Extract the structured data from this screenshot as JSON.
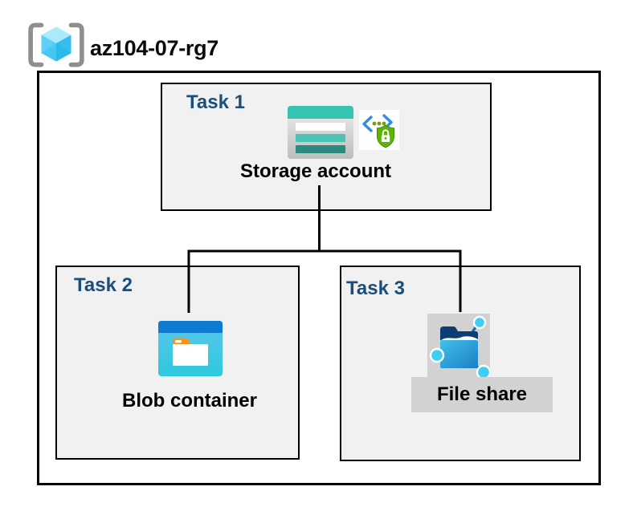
{
  "header": {
    "title": "az104-07-rg7",
    "icon": "resource-group-icon"
  },
  "tasks": [
    {
      "id": "task1",
      "label": "Task 1",
      "resource": "Storage account",
      "icons": [
        "storage-account-icon",
        "secure-access-icon"
      ]
    },
    {
      "id": "task2",
      "label": "Task 2",
      "resource": "Blob container",
      "icons": [
        "blob-container-icon"
      ]
    },
    {
      "id": "task3",
      "label": "Task 3",
      "resource": "File share",
      "icons": [
        "file-share-icon"
      ]
    }
  ],
  "connections": [
    {
      "from": "Storage account",
      "to": "Blob container"
    },
    {
      "from": "Storage account",
      "to": "File share"
    }
  ],
  "colors": {
    "task_label": "#1B4E79",
    "task_box_fill": "#F1F1F1",
    "border": "#000000",
    "storage_teal": "#37C3B2",
    "storage_teal_mid": "#4CC4B5",
    "storage_teal_dark": "#2A8A7E",
    "secure_bracket_blue": "#2E8FE0",
    "secure_dot_olive": "#7A9A0B",
    "shield_green": "#5CB300",
    "blob_top_blue": "#0E7AD0",
    "blob_body_cyan": "#3FC6E4",
    "blob_tab_orange": "#F7941E",
    "file_share_navy": "#0C3E74",
    "file_share_blue": "#1B7FC4",
    "node_cyan": "#3ECEF5",
    "node_link_blue": "#1566AE",
    "gray_label_bg": "#D2D2D2",
    "rg_bracket_gray": "#8F8F8F",
    "rg_cube_light": "#ABE9FB",
    "rg_cube_mid": "#46C7F2",
    "rg_cube_dark": "#29B9EA"
  }
}
